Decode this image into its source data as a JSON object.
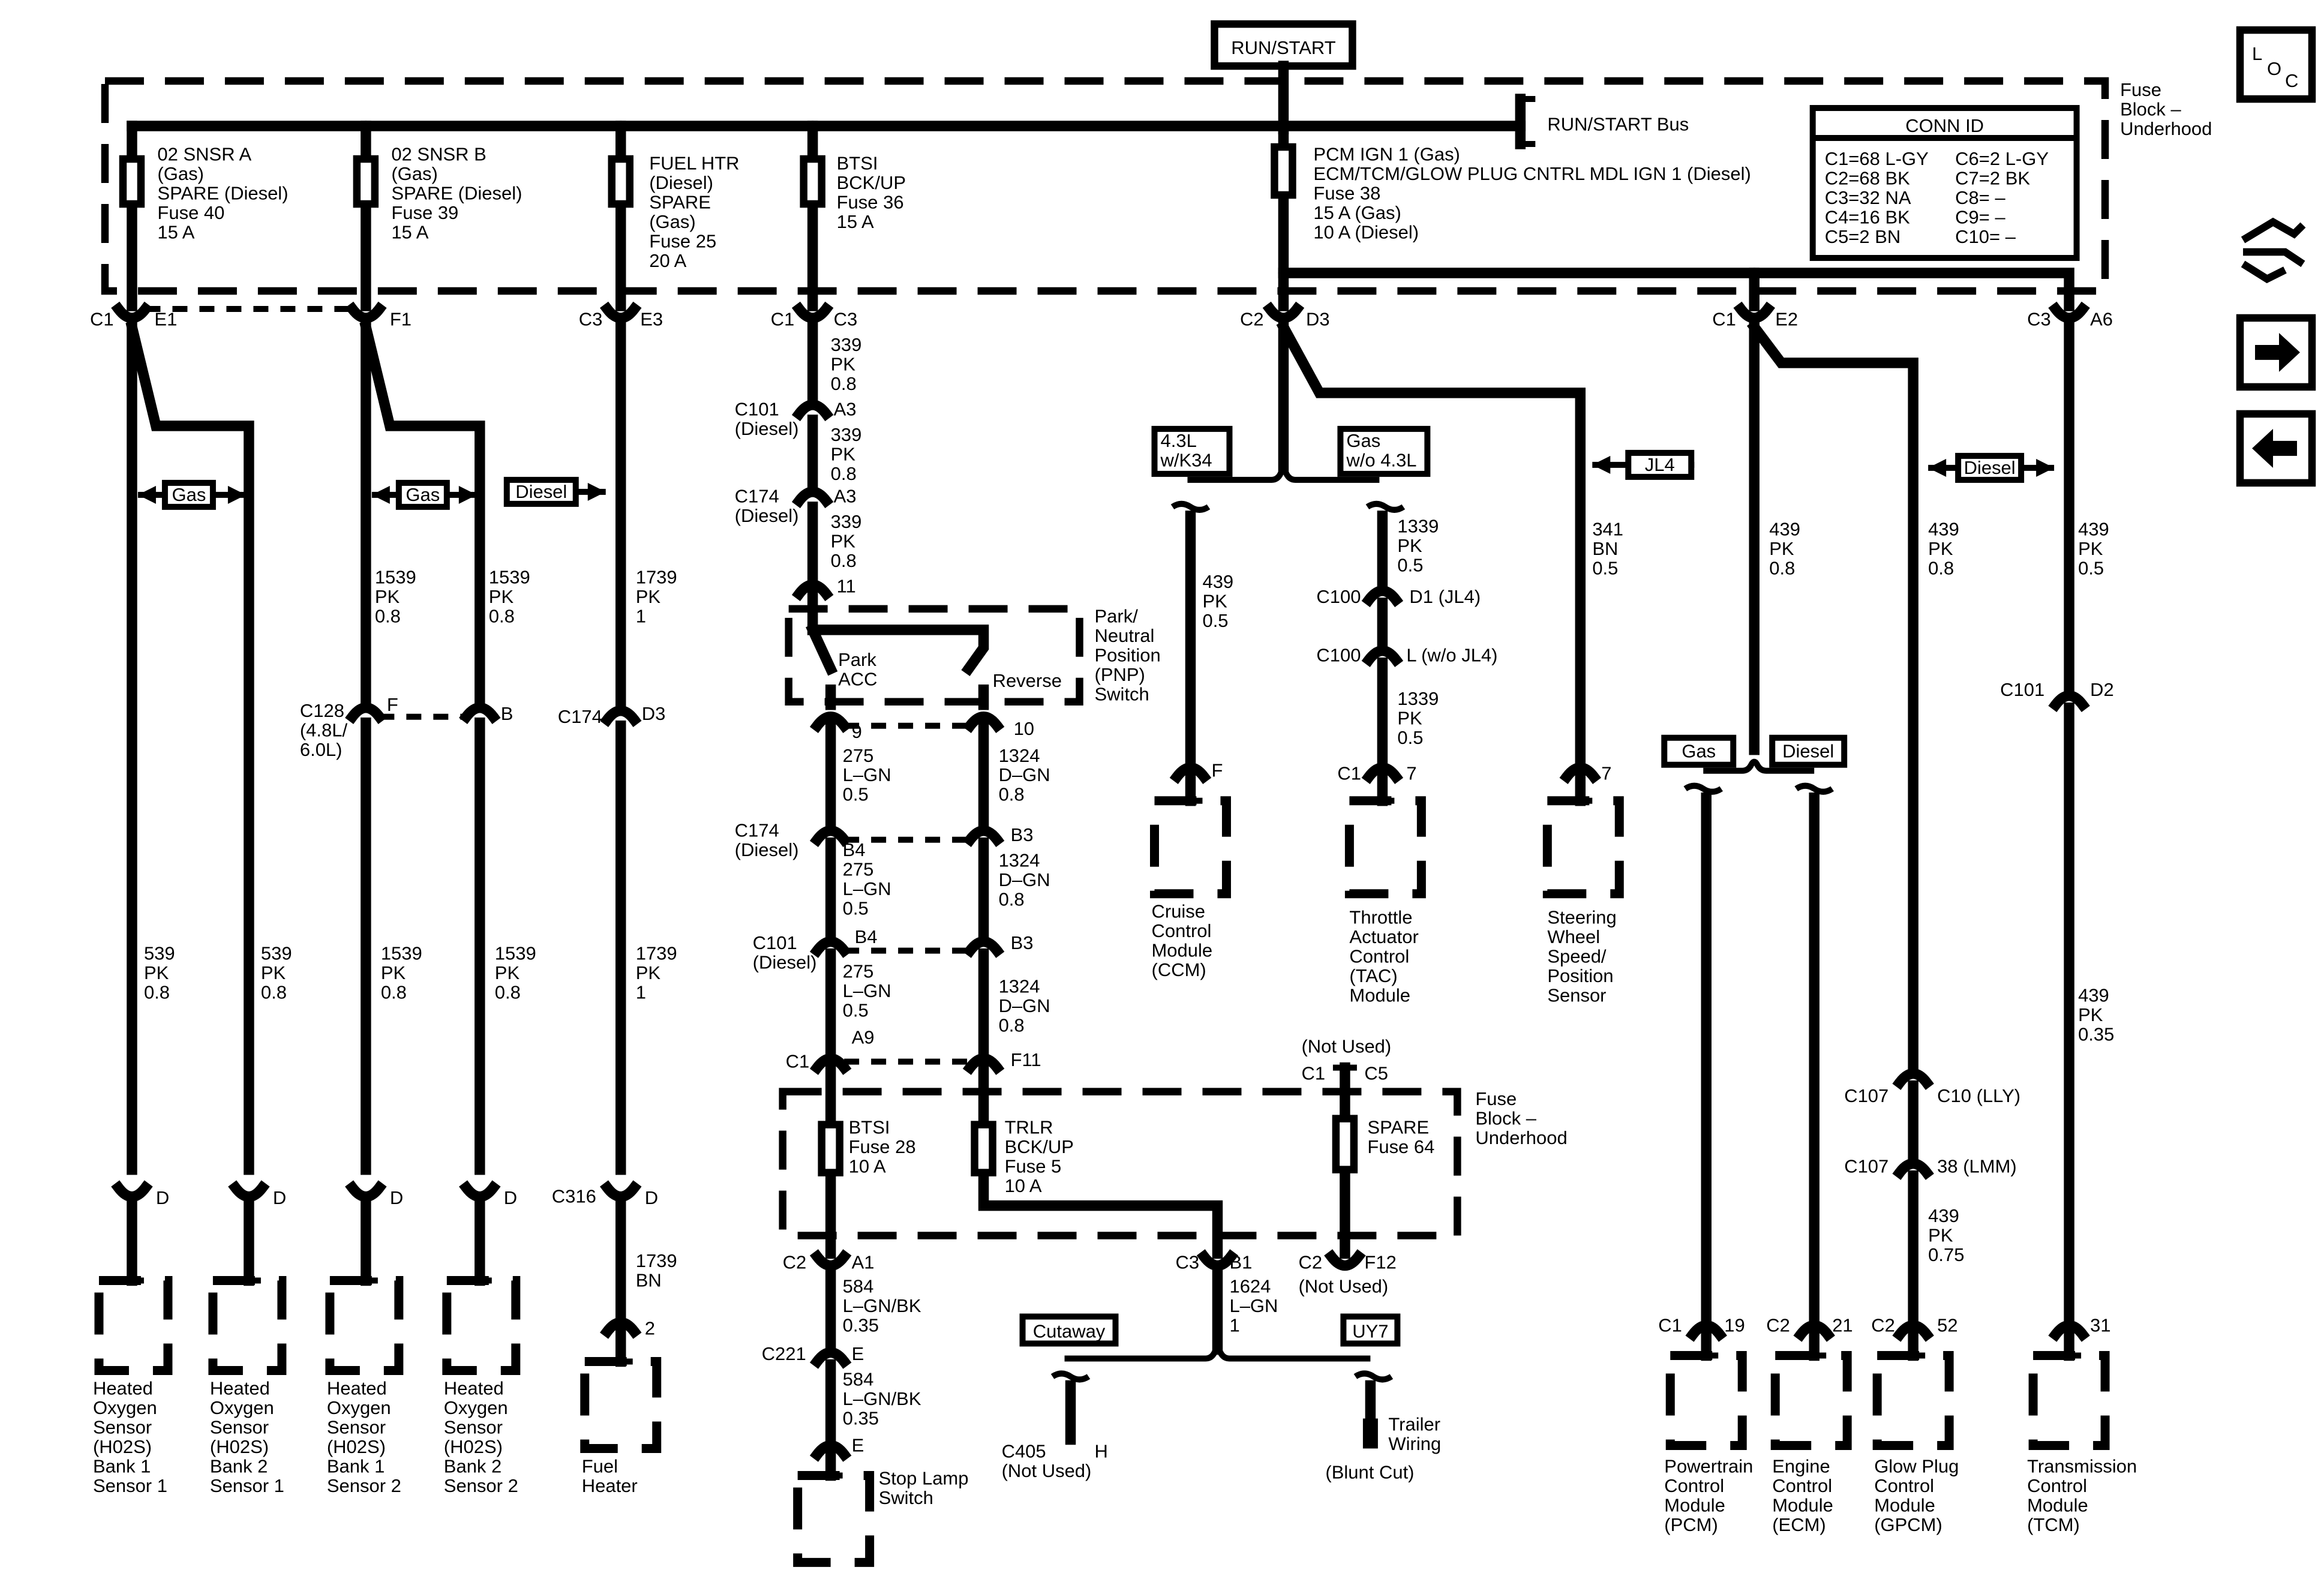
{
  "diagram": {
    "power_source": "RUN/START",
    "bus_label": "RUN/START Bus",
    "fuse_block": "Fuse\nBlock –\nUnderhood",
    "fuse_block_lower": "Fuse\nBlock –\nUnderhood",
    "conn_id": {
      "title": "CONN ID",
      "left": [
        "C1=68 L-GY",
        "C2=68 BK",
        "C3=32 NA",
        "C4=16 BK",
        "C5=2 BN"
      ],
      "right": [
        "C6=2 L-GY",
        "C7=2 BK",
        "C8= –",
        "C9= –",
        "C10= –"
      ]
    },
    "fuses": {
      "f40": "02 SNSR A\n(Gas)\nSPARE (Diesel)\nFuse 40\n15 A",
      "f39": "02 SNSR B\n(Gas)\nSPARE (Diesel)\nFuse 39\n15 A",
      "f25": "FUEL HTR\n(Diesel)\nSPARE\n(Gas)\nFuse 25\n20 A",
      "f36": "BTSI\nBCK/UP\nFuse 36\n15 A",
      "f38": "PCM IGN 1 (Gas)\nECM/TCM/GLOW PLUG CNTRL MDL IGN 1 (Diesel)\nFuse 38\n15 A (Gas)\n10 A (Diesel)",
      "f28": "BTSI\nFuse 28\n10 A",
      "f5": "TRLR\nBCK/UP\nFuse 5\n10 A",
      "f64": "SPARE\nFuse 64"
    },
    "options": {
      "gas": "Gas",
      "diesel": "Diesel",
      "jl4": "JL4",
      "k34": "4.3L\nw/K34",
      "gas_wo": "Gas\nw/o 4.3L",
      "cutaway": "Cutaway",
      "uy7": "UY7"
    },
    "connectors": {
      "c1_e1": "C1",
      "e1": "E1",
      "f1": "F1",
      "c3_e3": "C3",
      "e3": "E3",
      "c1_c3": "C1",
      "c3": "C3",
      "c2_d3": "C2",
      "d3": "D3",
      "c1_e2": "C1",
      "e2": "E2",
      "c3_a6": "C3",
      "a6": "A6",
      "c101a": "C101\n(Diesel)",
      "a3a": "A3",
      "c174a": "C174\n(Diesel)",
      "a3b": "A3",
      "p11": "11",
      "p9": "9",
      "p10": "10",
      "c174b": "C174\n(Diesel)",
      "b4a": "B4",
      "b3a": "B3",
      "c101b": "C101\n(Diesel)",
      "b4b": "B4",
      "b3b": "B3",
      "c1_a9": "C1",
      "a9": "A9",
      "f11": "F11",
      "not_used_c5": "(Not Used)",
      "c1_c5": "C1",
      "c5": "C5",
      "c2_a1": "C2",
      "a1": "A1",
      "c221": "C221",
      "e_c221": "E",
      "e_stop": "E",
      "c3_b1": "C3",
      "b1": "B1",
      "c2_f12": "C2",
      "f12": "F12",
      "not_used_f12": "(Not Used)",
      "c405": "C405\n(Not Used)",
      "h405": "H",
      "c128": "C128\n(4.8L/\n6.0L)",
      "f128": "F",
      "b128": "B",
      "c174c": "C174",
      "d3c": "D3",
      "c316": "C316",
      "d316": "D",
      "p2": "2",
      "d_ho1": "D",
      "d_ho2": "D",
      "d_ho3": "D",
      "d_ho4": "D",
      "f_ccm": "F",
      "c1_tac": "C1",
      "p7_tac": "7",
      "p7_sw": "7",
      "c100a": "C100",
      "d1": "D1 (JL4)",
      "c100b": "C100",
      "l_c100": "L (w/o JL4)",
      "c101c": "C101",
      "d2": "D2",
      "c107a": "C107",
      "c10": "C10 (LLY)",
      "c107b": "C107",
      "p38": "38 (LMM)",
      "c1_pcm": "C1",
      "p19": "19",
      "c2_ecm": "C2",
      "p21": "21",
      "c2_gpcm": "C2",
      "p52": "52",
      "p31": "31"
    },
    "wires": {
      "w339a": "339\nPK\n0.8",
      "w339b": "339\nPK\n0.8",
      "w339c": "339\nPK\n0.8",
      "w539a": "539\nPK\n0.8",
      "w539b": "539\nPK\n0.8",
      "w1539a": "1539\nPK\n0.8",
      "w1539b": "1539\nPK\n0.8",
      "w1539c": "1539\nPK\n0.8",
      "w1539d": "1539\nPK\n0.8",
      "w1739a": "1739\nPK\n1",
      "w1739b": "1739\nPK\n1",
      "w1739c": "1739\nBN",
      "w275a": "275\nL–GN\n0.5",
      "w275b": "275\nL–GN\n0.5",
      "w275c": "275\nL–GN\n0.5",
      "w1324a": "1324\nD–GN\n0.8",
      "w1324b": "1324\nD–GN\n0.8",
      "w1324c": "1324\nD–GN\n0.8",
      "w584a": "584\nL–GN/BK\n0.35",
      "w584b": "584\nL–GN/BK\n0.35",
      "w1624": "1624\nL–GN\n1",
      "w439ccm": "439\nPK\n0.5",
      "w1339a": "1339\nPK\n0.5",
      "w1339b": "1339\nPK\n0.5",
      "w341": "341\nBN\n0.5",
      "w439e2": "439\nPK\n0.8",
      "w439gp": "439\nPK\n0.8",
      "w439a6": "439\nPK\n0.5",
      "w439gp2": "439\nPK\n0.75",
      "w439tcm": "439\nPK\n0.35"
    },
    "switch": {
      "name": "Park/\nNeutral\nPosition\n(PNP)\nSwitch",
      "park": "Park\nACC",
      "reverse": "Reverse"
    },
    "components": {
      "ho2s_b1s1": "Heated\nOxygen\nSensor\n(H02S)\nBank 1\nSensor 1",
      "ho2s_b2s1": "Heated\nOxygen\nSensor\n(H02S)\nBank 2\nSensor 1",
      "ho2s_b1s2": "Heated\nOxygen\nSensor\n(H02S)\nBank 1\nSensor 2",
      "ho2s_b2s2": "Heated\nOxygen\nSensor\n(H02S)\nBank 2\nSensor 2",
      "fuel_heater": "Fuel\nHeater",
      "stop_lamp": "Stop Lamp\nSwitch",
      "ccm": "Cruise\nControl\nModule\n(CCM)",
      "tac": "Throttle\nActuator\nControl\n(TAC)\nModule",
      "swps": "Steering\nWheel\nSpeed/\nPosition\nSensor",
      "trailer": "Trailer\nWiring",
      "blunt_cut": "(Blunt Cut)",
      "pcm": "Powertrain\nControl\nModule\n(PCM)",
      "ecm": "Engine\nControl\nModule\n(ECM)",
      "gpcm": "Glow Plug\nControl\nModule\n(GPCM)",
      "tcm": "Transmission\nControl\nModule\n(TCM)"
    }
  },
  "nav": {
    "loc_l": "L",
    "loc_o": "O",
    "loc_c": "C"
  }
}
